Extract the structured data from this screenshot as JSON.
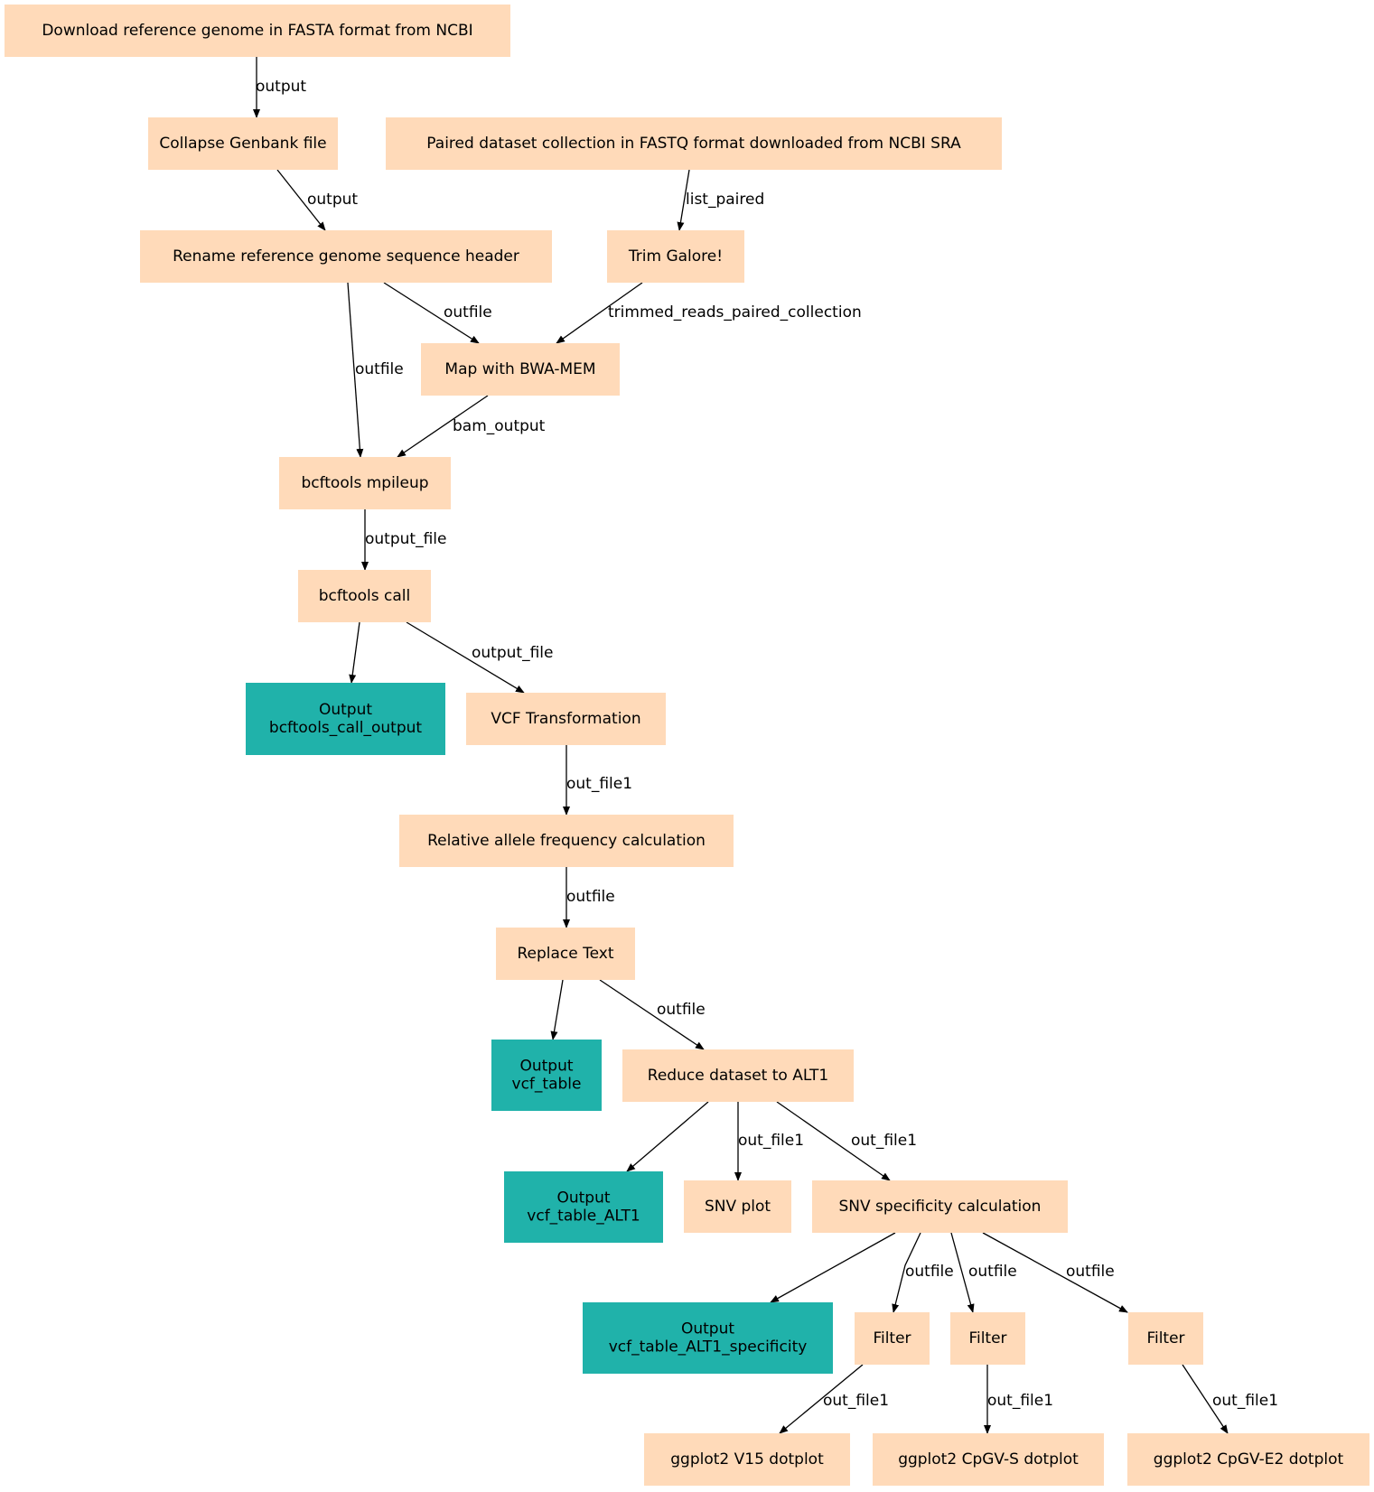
{
  "colors": {
    "step": "#ffdab9",
    "output": "#20b2aa",
    "edge": "#000000",
    "text": "#000000"
  },
  "nodes": [
    {
      "id": "n0",
      "kind": "step",
      "lines": [
        "Download reference genome in FASTA format from NCBI"
      ]
    },
    {
      "id": "n1",
      "kind": "step",
      "lines": [
        "Collapse Genbank file"
      ]
    },
    {
      "id": "n2",
      "kind": "step",
      "lines": [
        "Paired dataset collection in FASTQ format downloaded from NCBI SRA"
      ]
    },
    {
      "id": "n3",
      "kind": "step",
      "lines": [
        "Rename reference genome sequence header"
      ]
    },
    {
      "id": "n4",
      "kind": "step",
      "lines": [
        "Trim Galore!"
      ]
    },
    {
      "id": "n5",
      "kind": "step",
      "lines": [
        "Map with BWA-MEM"
      ]
    },
    {
      "id": "n6",
      "kind": "step",
      "lines": [
        "bcftools mpileup"
      ]
    },
    {
      "id": "n7",
      "kind": "step",
      "lines": [
        "bcftools call"
      ]
    },
    {
      "id": "n8",
      "kind": "output",
      "lines": [
        "Output",
        "bcftools_call_output"
      ]
    },
    {
      "id": "n9",
      "kind": "step",
      "lines": [
        "VCF Transformation"
      ]
    },
    {
      "id": "n10",
      "kind": "step",
      "lines": [
        "Relative allele frequency calculation"
      ]
    },
    {
      "id": "n11",
      "kind": "step",
      "lines": [
        "Replace Text"
      ]
    },
    {
      "id": "n12",
      "kind": "output",
      "lines": [
        "Output",
        "vcf_table"
      ]
    },
    {
      "id": "n13",
      "kind": "step",
      "lines": [
        "Reduce dataset to ALT1"
      ]
    },
    {
      "id": "n14",
      "kind": "output",
      "lines": [
        "Output",
        "vcf_table_ALT1"
      ]
    },
    {
      "id": "n15",
      "kind": "step",
      "lines": [
        "SNV plot"
      ]
    },
    {
      "id": "n16",
      "kind": "step",
      "lines": [
        "SNV specificity calculation"
      ]
    },
    {
      "id": "n17",
      "kind": "output",
      "lines": [
        "Output",
        "vcf_table_ALT1_specificity"
      ]
    },
    {
      "id": "n18",
      "kind": "step",
      "lines": [
        "Filter"
      ]
    },
    {
      "id": "n19",
      "kind": "step",
      "lines": [
        "Filter"
      ]
    },
    {
      "id": "n20",
      "kind": "step",
      "lines": [
        "Filter"
      ]
    },
    {
      "id": "n21",
      "kind": "step",
      "lines": [
        "ggplot2 V15 dotplot"
      ]
    },
    {
      "id": "n22",
      "kind": "step",
      "lines": [
        "ggplot2 CpGV-S dotplot"
      ]
    },
    {
      "id": "n23",
      "kind": "step",
      "lines": [
        "ggplot2 CpGV-E2 dotplot"
      ]
    }
  ],
  "edges": [
    {
      "id": "e0",
      "from": "n0",
      "to": "n1",
      "label": "output"
    },
    {
      "id": "e1",
      "from": "n1",
      "to": "n3",
      "label": "output"
    },
    {
      "id": "e2",
      "from": "n2",
      "to": "n4",
      "label": "list_paired"
    },
    {
      "id": "e3",
      "from": "n3",
      "to": "n5",
      "label": "outfile"
    },
    {
      "id": "e4",
      "from": "n4",
      "to": "n5",
      "label": "trimmed_reads_paired_collection"
    },
    {
      "id": "e5",
      "from": "n3",
      "to": "n6",
      "label": "outfile"
    },
    {
      "id": "e6",
      "from": "n5",
      "to": "n6",
      "label": "bam_output"
    },
    {
      "id": "e7",
      "from": "n6",
      "to": "n7",
      "label": "output_file"
    },
    {
      "id": "e8",
      "from": "n7",
      "to": "n8",
      "label": ""
    },
    {
      "id": "e9",
      "from": "n7",
      "to": "n9",
      "label": "output_file"
    },
    {
      "id": "e10",
      "from": "n9",
      "to": "n10",
      "label": "out_file1"
    },
    {
      "id": "e11",
      "from": "n10",
      "to": "n11",
      "label": "outfile"
    },
    {
      "id": "e12",
      "from": "n11",
      "to": "n12",
      "label": ""
    },
    {
      "id": "e13",
      "from": "n11",
      "to": "n13",
      "label": "outfile"
    },
    {
      "id": "e14",
      "from": "n13",
      "to": "n14",
      "label": ""
    },
    {
      "id": "e15",
      "from": "n13",
      "to": "n15",
      "label": "out_file1"
    },
    {
      "id": "e16",
      "from": "n13",
      "to": "n16",
      "label": "out_file1"
    },
    {
      "id": "e17",
      "from": "n16",
      "to": "n17",
      "label": ""
    },
    {
      "id": "e18",
      "from": "n16",
      "to": "n18",
      "label": "outfile"
    },
    {
      "id": "e19",
      "from": "n16",
      "to": "n19",
      "label": "outfile"
    },
    {
      "id": "e20",
      "from": "n16",
      "to": "n20",
      "label": "outfile"
    },
    {
      "id": "e21",
      "from": "n18",
      "to": "n21",
      "label": "out_file1"
    },
    {
      "id": "e22",
      "from": "n19",
      "to": "n22",
      "label": "out_file1"
    },
    {
      "id": "e23",
      "from": "n20",
      "to": "n23",
      "label": "out_file1"
    }
  ]
}
